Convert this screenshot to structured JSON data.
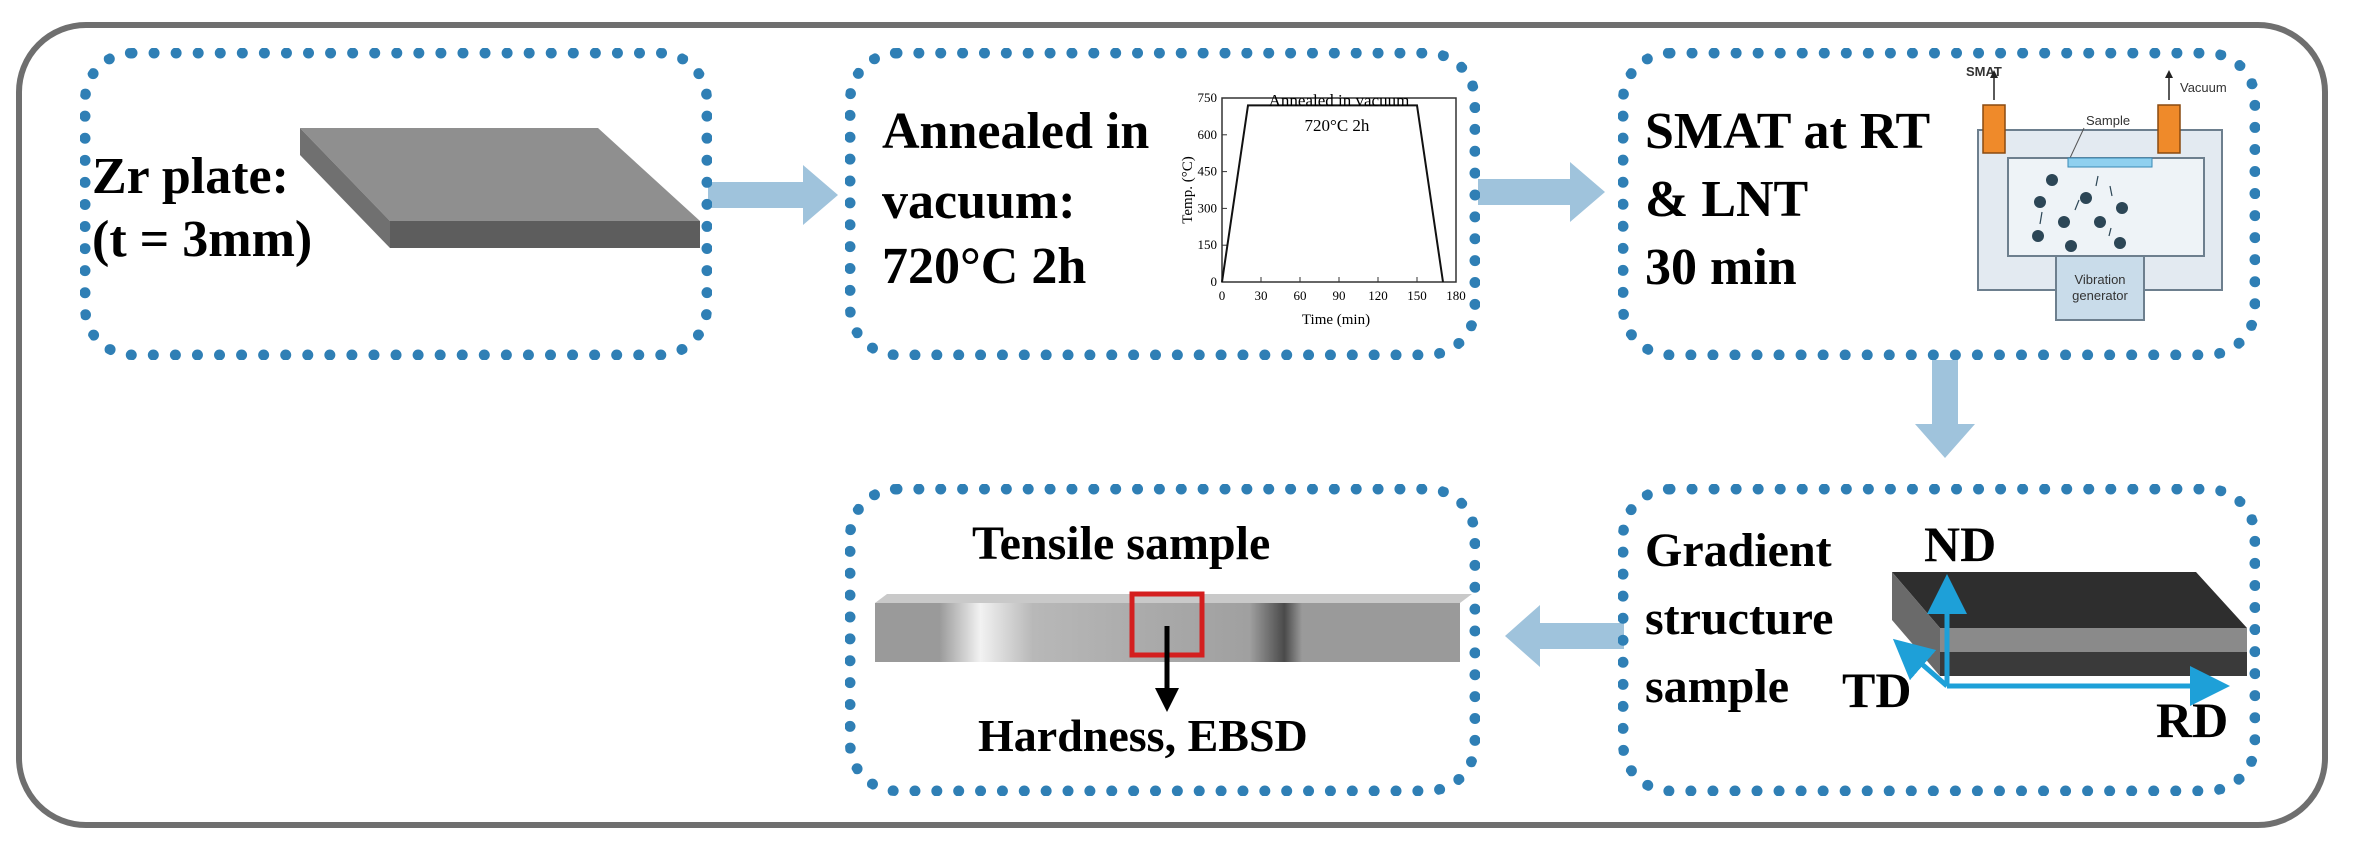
{
  "step1": {
    "line1": "Zr plate:",
    "line2": "(t = 3mm)"
  },
  "step2": {
    "line1": "Annealed in",
    "line2": "vacuum:",
    "line3": "720°C 2h",
    "chart_data": {
      "type": "line",
      "title": "Annealed in vacuum",
      "annotation": "720°C  2h",
      "xlabel": "Time (min)",
      "ylabel": "Temp. (°C)",
      "xlim": [
        0,
        180
      ],
      "ylim": [
        0,
        750
      ],
      "xticks": [
        0,
        30,
        60,
        90,
        120,
        150,
        180
      ],
      "yticks": [
        0,
        150,
        300,
        450,
        600,
        750
      ],
      "series": [
        {
          "x": [
            0,
            20,
            150,
            170
          ],
          "y": [
            0,
            720,
            720,
            0
          ]
        }
      ]
    }
  },
  "step3": {
    "line1": "SMAT at RT",
    "line2": "& LNT",
    "line3": "30 min",
    "schematic": {
      "title": "SMAT",
      "vacuum": "Vacuum",
      "sample": "Sample",
      "generator1": "Vibration",
      "generator2": "generator"
    }
  },
  "step4": {
    "line1": "Gradient",
    "line2": "structure",
    "line3": "sample",
    "axes": {
      "nd": "ND",
      "td": "TD",
      "rd": "RD"
    }
  },
  "step5": {
    "title": "Tensile sample",
    "caption": "Hardness, EBSD"
  },
  "colors": {
    "panel_border": "#2f7fb5",
    "flow_arrow": "#9fc3dc",
    "axis_arrow": "#1ea0d8",
    "highlight_box": "#d41f1f",
    "frame": "#6f6f6f"
  }
}
